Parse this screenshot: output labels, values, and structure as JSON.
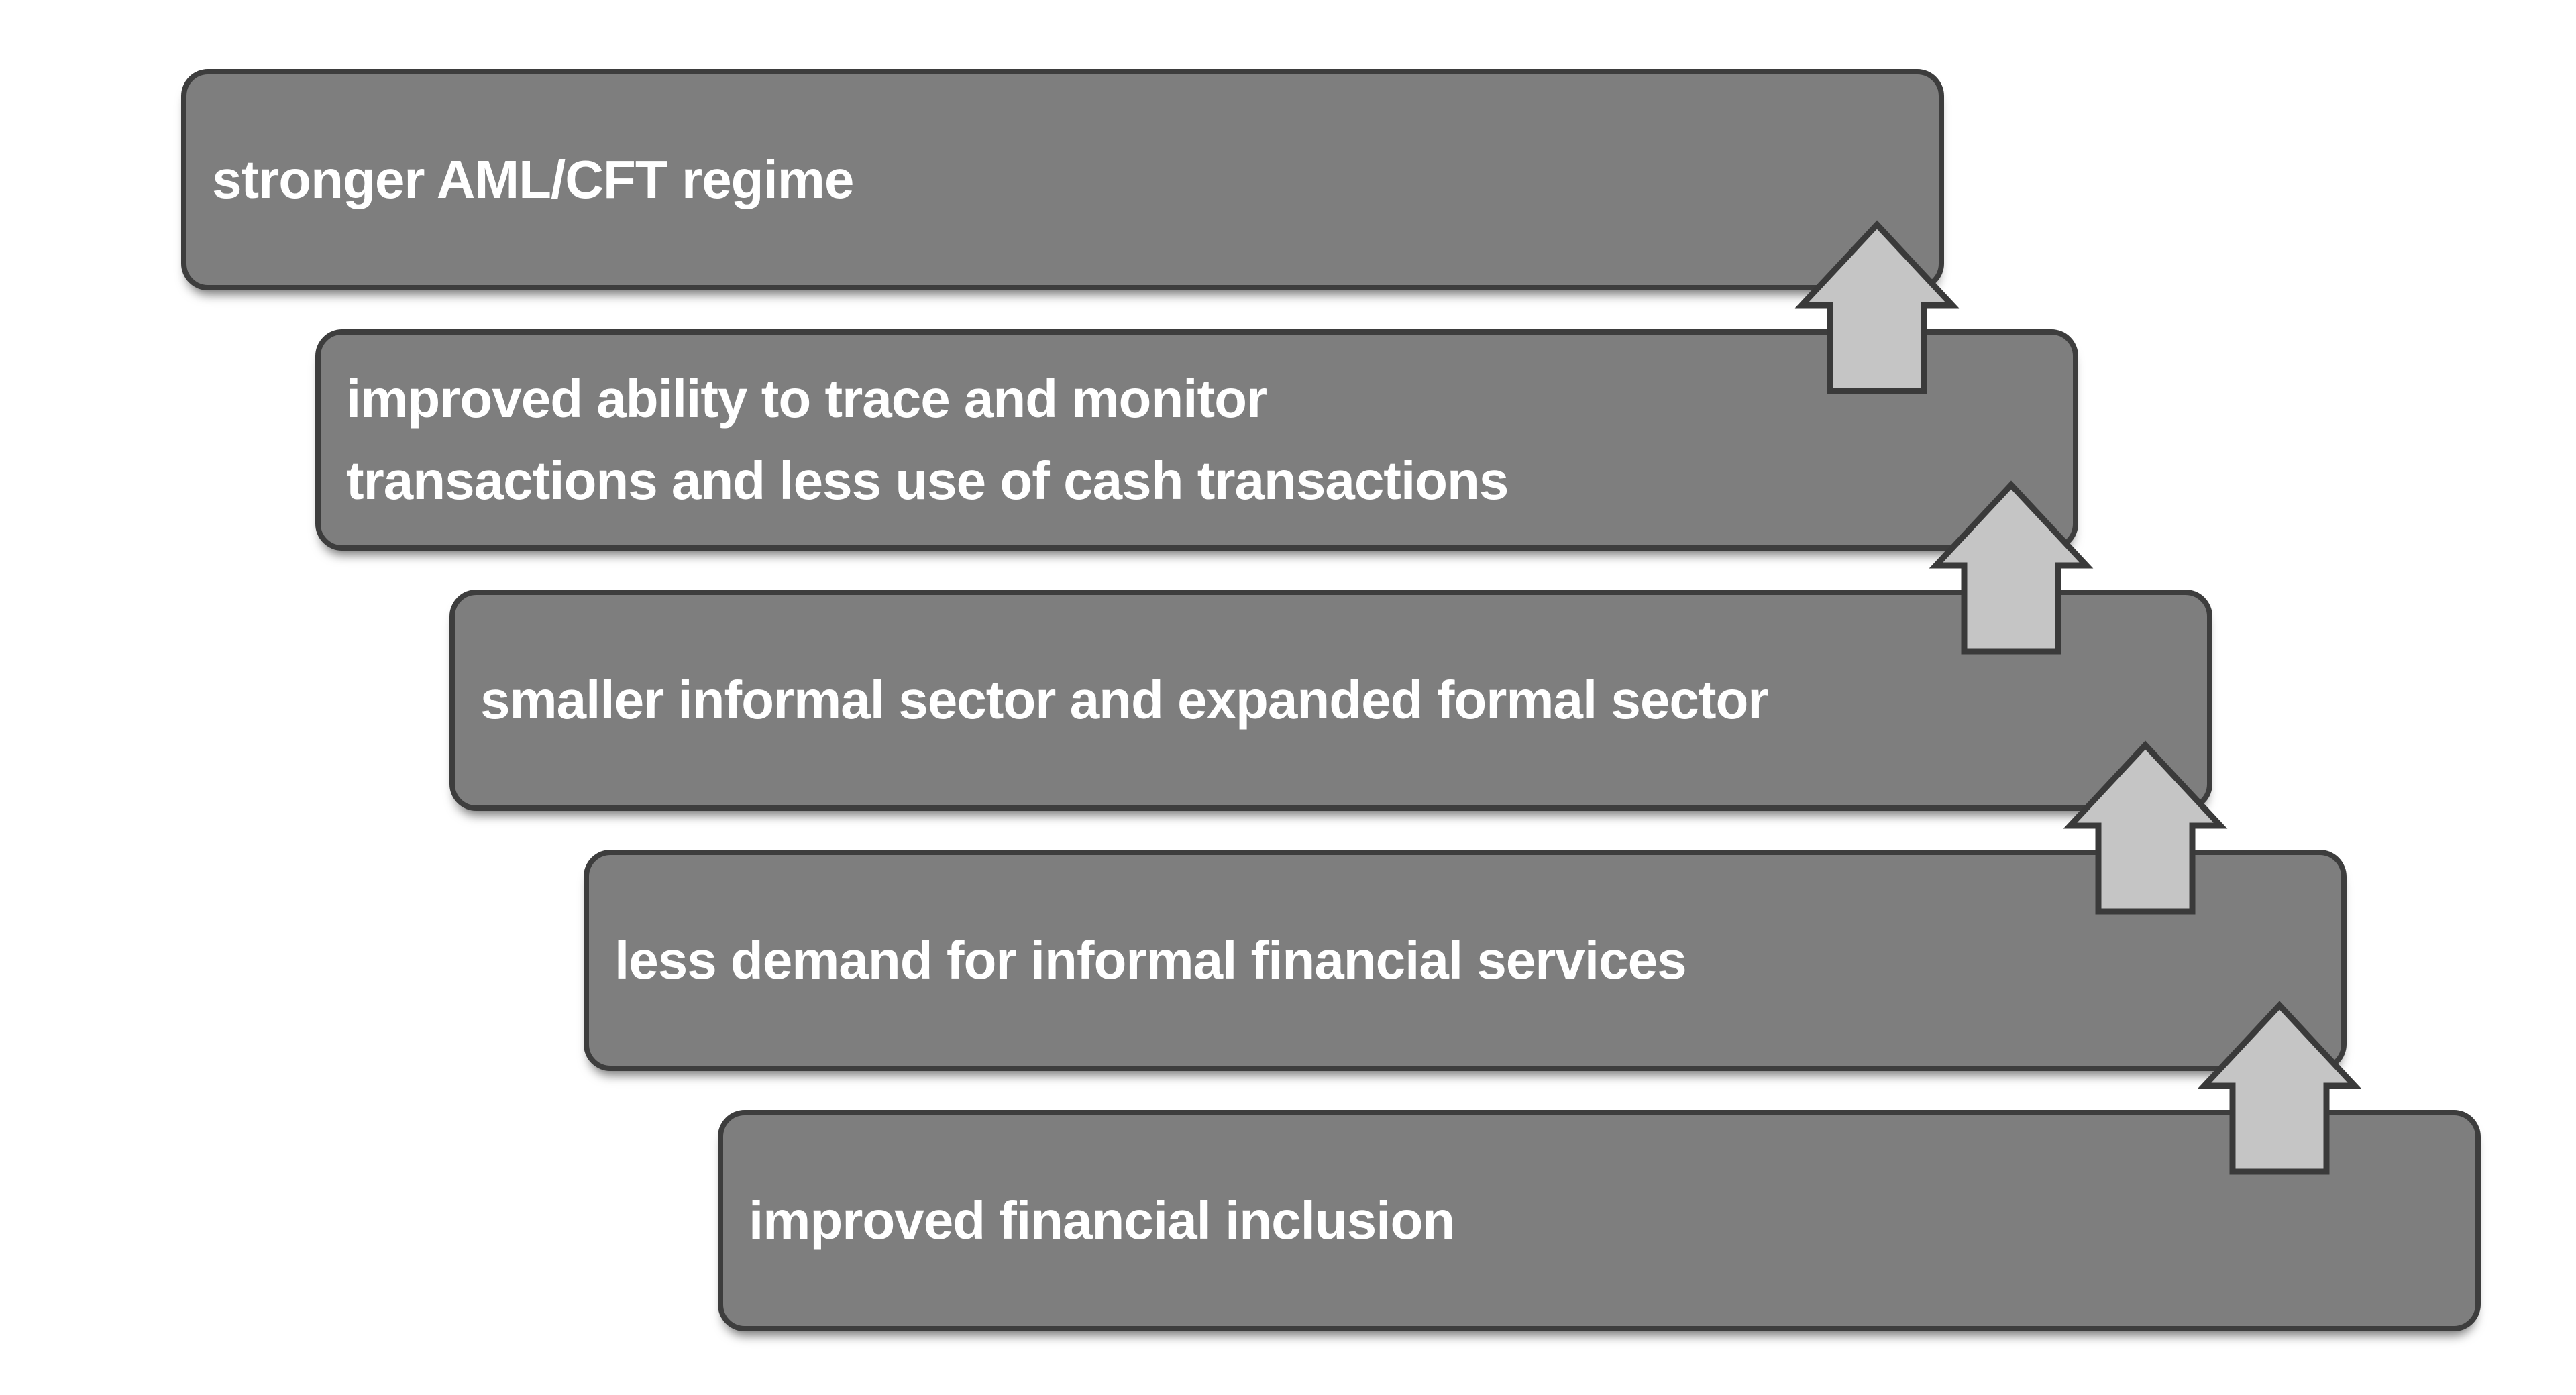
{
  "diagram": {
    "type": "stepped-flow",
    "flow_direction": "bottom-to-top",
    "background_color": "#ffffff",
    "box_fill_color": "#7e7e7e",
    "box_border_color": "#3d3d3d",
    "arrow_fill_color": "#c5c5c5",
    "arrow_border_color": "#3a3a3a",
    "text_color": "#ffffff",
    "steps": [
      {
        "label": "stronger AML/CFT regime"
      },
      {
        "label": "improved ability to trace and monitor\ntransactions and less use of cash transactions"
      },
      {
        "label": "smaller informal sector and expanded formal sector"
      },
      {
        "label": "less demand for informal financial services"
      },
      {
        "label": "improved financial inclusion"
      }
    ],
    "arrows": [
      {
        "name": "up-arrow-icon",
        "from_step": 2,
        "to_step": 1
      },
      {
        "name": "up-arrow-icon",
        "from_step": 3,
        "to_step": 2
      },
      {
        "name": "up-arrow-icon",
        "from_step": 4,
        "to_step": 3
      },
      {
        "name": "up-arrow-icon",
        "from_step": 5,
        "to_step": 4
      }
    ]
  }
}
